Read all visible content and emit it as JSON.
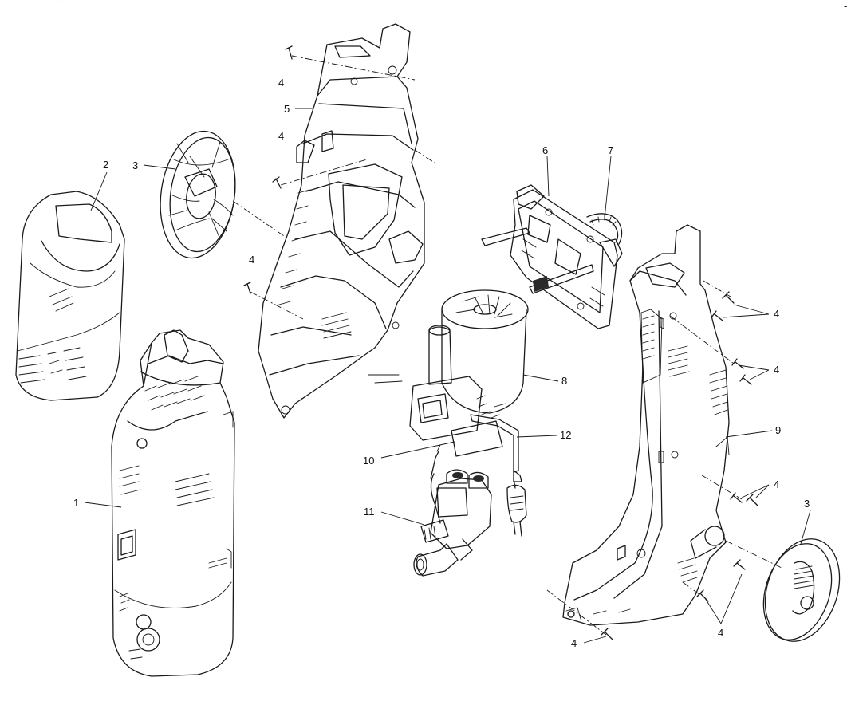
{
  "header_fragment": "- - - - - - - - -",
  "corner_mark": "-",
  "callouts": [
    "1",
    "2",
    "3",
    "3",
    "4",
    "4",
    "4",
    "4",
    "4",
    "4",
    "4",
    "4",
    "4",
    "5",
    "6",
    "7",
    "8",
    "9",
    "10",
    "11",
    "12"
  ]
}
